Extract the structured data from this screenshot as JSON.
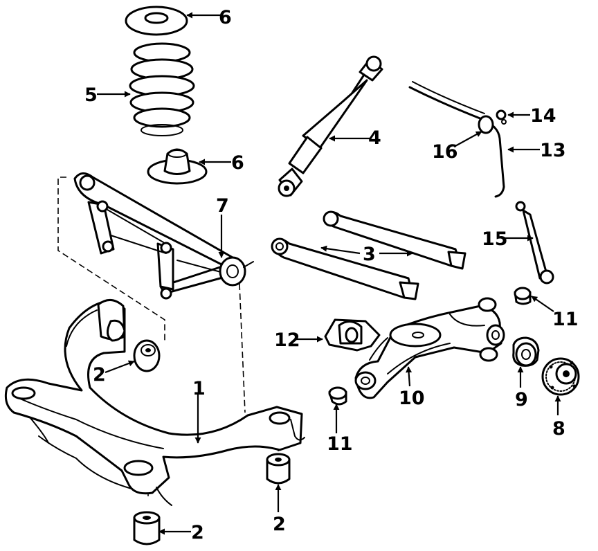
{
  "callouts": {
    "c1": "1",
    "c2a": "2",
    "c2b": "2",
    "c2c": "2",
    "c3": "3",
    "c4": "4",
    "c5": "5",
    "c6a": "6",
    "c6b": "6",
    "c7": "7",
    "c8": "8",
    "c9": "9",
    "c10": "10",
    "c11a": "11",
    "c11b": "11",
    "c12": "12",
    "c13": "13",
    "c14": "14",
    "c15": "15",
    "c16": "16"
  }
}
